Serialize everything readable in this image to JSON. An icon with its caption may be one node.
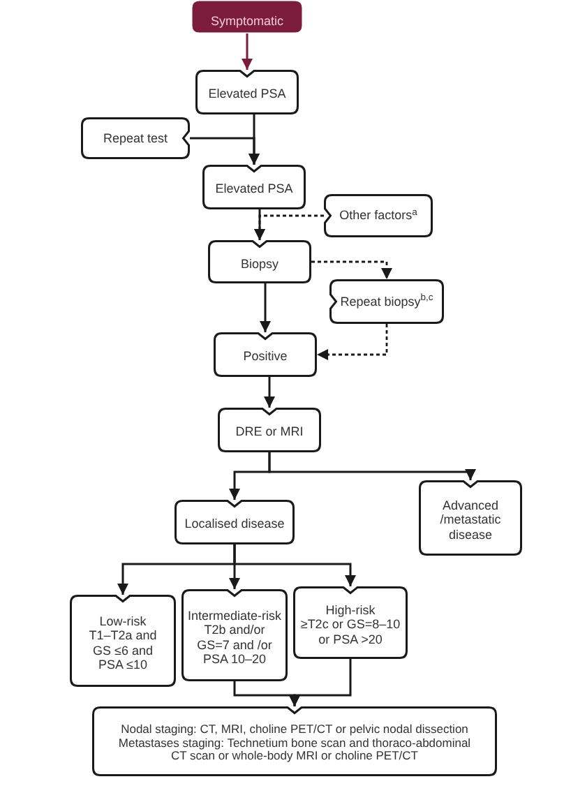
{
  "diagram": {
    "nodes": [
      {
        "text": [
          "Symptomatic"
        ]
      },
      {
        "text": [
          "Elevated PSA"
        ]
      },
      {
        "text": [
          "Repeat test"
        ]
      },
      {
        "text": [
          "Elevated PSA"
        ]
      },
      {
        "text": [
          "Other factors$^{a}$"
        ]
      },
      {
        "text": [
          "Biopsy"
        ]
      },
      {
        "text": [
          "Repeat biopsy$^{b,c}$"
        ]
      },
      {
        "text": [
          "Positive"
        ]
      },
      {
        "text": [
          "DRE or MRI"
        ]
      },
      {
        "text": [
          "Localised disease"
        ]
      },
      {
        "text": [
          "Advanced /metastatic disease"
        ]
      },
      {
        "text": [
          "Low-risk",
          "T1–T2a and GS ≤6 and PSA ≤10"
        ]
      },
      {
        "text": [
          "Intermediate-risk",
          "T2b and/or GS=7 and /or PSA 10–20"
        ]
      },
      {
        "text": [
          "High-risk",
          "≥T2c or GS=8–10 or PSA >20"
        ]
      },
      {
        "text": [
          "Nodal staging: CT, MRI, choline PET/CT or pelvic nodal dissection",
          "Metastases staging: Technetium bone scan and thoraco-abdominal CT scan or whole-body MRI or choline PET/CT"
        ]
      }
    ],
    "edges": [
      {
        "from": 0,
        "to": 1,
        "arrow": "to",
        "color": "#7b1c3d"
      },
      {
        "from": 1,
        "to": 3,
        "arrow": "to"
      },
      {
        "from": 2,
        "to": 3,
        "arrow": "to"
      },
      {
        "from": 3,
        "to": 5,
        "arrow": "to"
      },
      {
        "from": 4,
        "to": 5,
        "arrow": "to",
        "style": "dashed"
      },
      {
        "from": 5,
        "to": 6,
        "arrow": "to",
        "style": "dashed"
      },
      {
        "from": 5,
        "to": 7,
        "arrow": "to"
      },
      {
        "from": 6,
        "to": 7,
        "arrow": "to",
        "style": "dashed"
      },
      {
        "from": 7,
        "to": 8,
        "arrow": "to"
      },
      {
        "from": 8,
        "to": 9,
        "arrow": "to"
      },
      {
        "from": 8,
        "to": 10,
        "arrow": "to"
      },
      {
        "from": 9,
        "to": 11,
        "arrow": "to"
      },
      {
        "from": 9,
        "to": 12,
        "arrow": "to"
      },
      {
        "from": 9,
        "to": 13,
        "arrow": "to"
      },
      {
        "from": 12,
        "to": 14,
        "arrow": "to"
      },
      {
        "from": 13,
        "to": 14,
        "arrow": "to"
      }
    ]
  }
}
